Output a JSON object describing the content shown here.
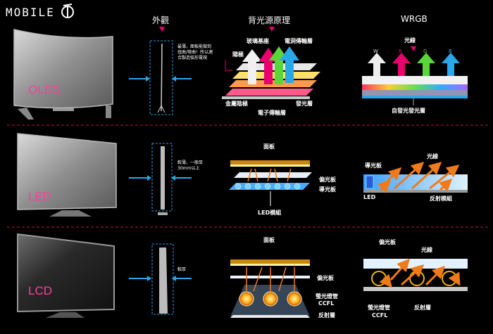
{
  "logo": {
    "text": "MOBILE"
  },
  "headers": {
    "exterior": "外觀",
    "principle": "背光源原理",
    "wrgb": "WRGB"
  },
  "oled": {
    "name": "OLED",
    "note": "最薄，面板能做到扭曲/彎曲！所以適合製造弧形電視",
    "labels": {
      "glass": "玻璃基座",
      "electron_hole": "電洞傳輸層",
      "anode": "陽極",
      "cathode": "金屬陰極",
      "emissive": "發光層",
      "electron": "電子傳輸層"
    },
    "wrgb": {
      "light": "光線",
      "w": "W",
      "r": "R",
      "g": "G",
      "b": "B",
      "self": "自發光發光層"
    }
  },
  "led": {
    "name": "LED",
    "note": "較薄，一般厚30mm以上",
    "labels": {
      "panel": "面板",
      "polarizer": "偏光板",
      "guide": "導光板",
      "module": "LED模組"
    },
    "side": {
      "guide": "導光板",
      "light": "光線",
      "led": "LED",
      "reflect": "反射模組"
    }
  },
  "lcd": {
    "name": "LCD",
    "note": "較厚",
    "labels": {
      "panel": "面板",
      "polarizer": "偏光板",
      "ccfl": "螢光燈管",
      "ccfl2": "CCFL",
      "reflect": "反射層"
    },
    "side": {
      "polarizer": "偏光板",
      "light": "光線",
      "ccfl": "螢光燈管",
      "ccfl2": "CCFL",
      "reflect": "反射層"
    }
  },
  "colors": {
    "accent": "#e8006f",
    "blue_arrow": "#2aa7e8",
    "orange": "#f07a1a",
    "dash": "#c0143c"
  }
}
